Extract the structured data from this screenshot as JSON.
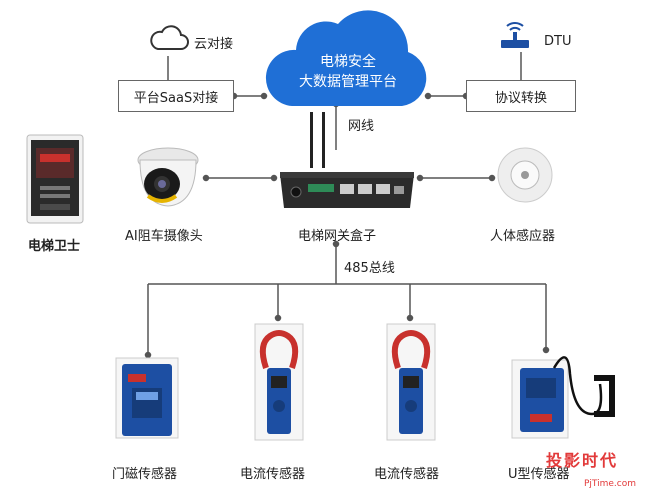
{
  "cloud": {
    "line1": "电梯安全",
    "line2": "大数据管理平台"
  },
  "top": {
    "cloud_connect": "云对接",
    "saas_connect": "平台SaaS对接",
    "dtu": "DTU",
    "protocol": "协议转换",
    "network": "网线"
  },
  "middle": {
    "camera": "AI阻车摄像头",
    "gateway": "电梯网关盒子",
    "body_sensor": "人体感应器",
    "guardian": "电梯卫士"
  },
  "bus": "485总线",
  "sensors": [
    "门磁传感器",
    "电流传感器",
    "电流传感器",
    "U型传感器"
  ],
  "colors": {
    "cloud": "#1f6fd6",
    "device_blue": "#1d4fa3",
    "clamp_red": "#c8312d",
    "line": "#555555"
  },
  "watermark": {
    "main": "投影时代",
    "sub": "PjTime.com"
  }
}
